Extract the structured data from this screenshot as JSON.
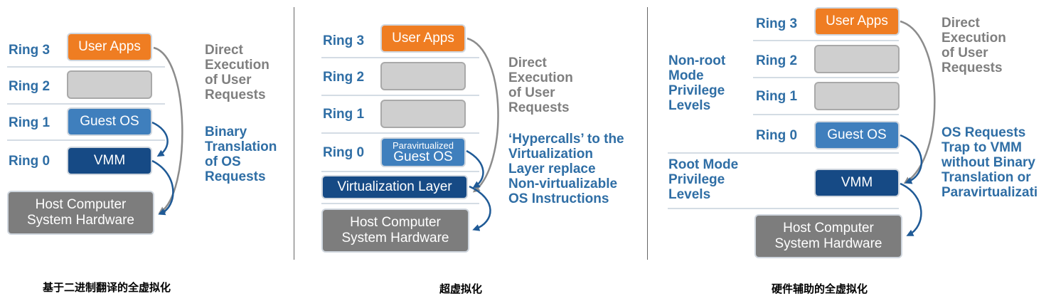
{
  "panel_binary_translation": {
    "rings": [
      "Ring 3",
      "Ring 2",
      "Ring 1",
      "Ring 0"
    ],
    "user_apps": "User Apps",
    "guest_os": "Guest OS",
    "vmm": "VMM",
    "hardware_line1": "Host Computer",
    "hardware_line2": "System Hardware",
    "note_direct": "Direct\nExecution\nof User\nRequests",
    "note_binary": "Binary\nTranslation\nof OS\nRequests",
    "caption": "基于二进制翻译的全虚拟化"
  },
  "panel_paravirtualization": {
    "rings": [
      "Ring 3",
      "Ring 2",
      "Ring 1",
      "Ring 0"
    ],
    "user_apps": "User Apps",
    "guest_os_small": "Paravirtualized",
    "guest_os_big": "Guest OS",
    "virtualization_layer": "Virtualization Layer",
    "hardware_line1": "Host Computer",
    "hardware_line2": "System Hardware",
    "note_direct": "Direct\nExecution\nof User\nRequests",
    "note_hypercalls": "‘Hypercalls’ to the\nVirtualization\nLayer replace\nNon-virtualizable\nOS Instructions",
    "caption": "超虚拟化"
  },
  "panel_hardware_assisted": {
    "rings": [
      "Ring 3",
      "Ring 2",
      "Ring 1",
      "Ring 0"
    ],
    "non_root_mode": "Non-root\nMode\nPrivilege\nLevels",
    "root_mode": "Root Mode\nPrivilege\nLevels",
    "user_apps": "User Apps",
    "guest_os": "Guest OS",
    "vmm": "VMM",
    "hardware_line1": "Host Computer",
    "hardware_line2": "System Hardware",
    "note_direct": "Direct\nExecution\nof User\nRequests",
    "note_trap": "OS Requests\nTrap to VMM\nwithout Binary\nTranslation or\nParavirtualizati",
    "caption": "硬件辅助的全虚拟化"
  },
  "colors": {
    "ring_label": "#2f6ea5",
    "user_apps": "#ef7d22",
    "guest_os": "#3f7fbd",
    "vmm": "#164a85",
    "hardware": "#7d7d7d",
    "empty_ring": "#cfcfcf",
    "note_gray": "#7f7f7f",
    "arrow_gray": "#8c8c8c",
    "arrow_blue": "#1f5a96"
  }
}
